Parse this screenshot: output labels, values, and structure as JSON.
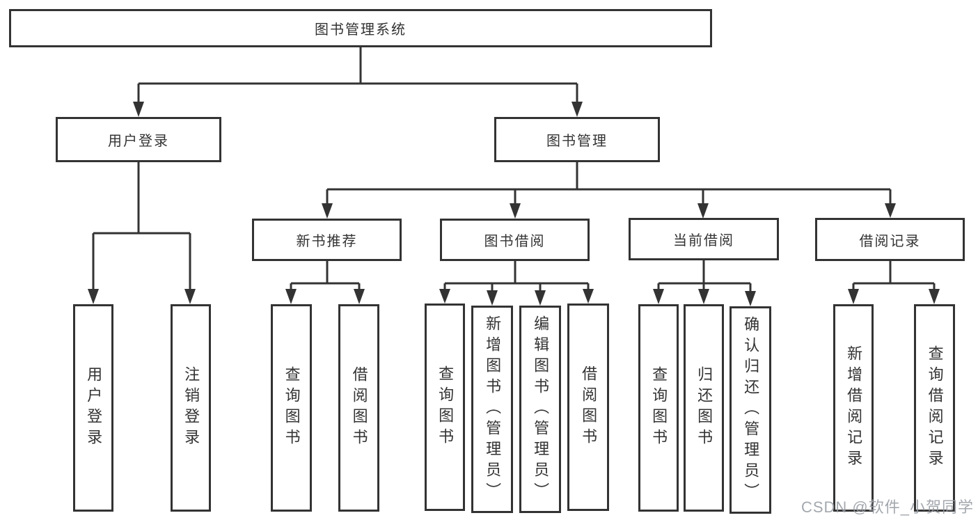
{
  "colors": {
    "line": "#333333",
    "box_border": "#333333",
    "box_background": "#ffffff",
    "text": "#333333",
    "watermark_text": "#969ca3"
  },
  "diagram": {
    "root": {
      "label": "图书管理系统"
    },
    "level2": [
      {
        "label": "用户登录"
      },
      {
        "label": "图书管理"
      }
    ],
    "level3": [
      {
        "label": "新书推荐"
      },
      {
        "label": "图书借阅"
      },
      {
        "label": "当前借阅"
      },
      {
        "label": "借阅记录"
      }
    ],
    "leaves": {
      "user_login": [
        {
          "label": "用户登录"
        },
        {
          "label": "注销登录"
        }
      ],
      "new_book": [
        {
          "label": "查询图书"
        },
        {
          "label": "借阅图书"
        }
      ],
      "book_borrow": [
        {
          "label": "查询图书"
        },
        {
          "label": "新增图书（管理员）"
        },
        {
          "label": "编辑图书（管理员）"
        },
        {
          "label": "借阅图书"
        }
      ],
      "current_borrow": [
        {
          "label": "查询图书"
        },
        {
          "label": "归还图书"
        },
        {
          "label": "确认归还（管理员）"
        }
      ],
      "borrow_record": [
        {
          "label": "新增借阅记录"
        },
        {
          "label": "查询借阅记录"
        }
      ]
    }
  },
  "watermark": {
    "text": "CSDN @软件_小贺同学"
  }
}
